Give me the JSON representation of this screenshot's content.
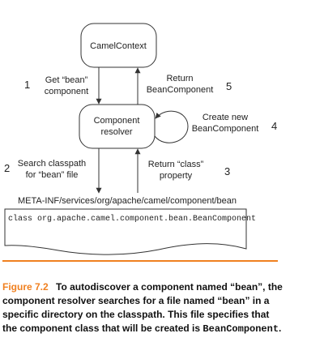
{
  "diagram": {
    "nodes": {
      "camel_context": "CamelContext",
      "component_resolver_line1": "Component",
      "component_resolver_line2": "resolver"
    },
    "steps": [
      {
        "number": "1",
        "line1": "Get “bean”",
        "line2": "component"
      },
      {
        "number": "2",
        "line1": "Search classpath",
        "line2": "for “bean” file"
      },
      {
        "number": "3",
        "line1": "Return “class”",
        "line2": "property"
      },
      {
        "number": "4",
        "line1": "Create new",
        "line2": "BeanComponent"
      },
      {
        "number": "5",
        "line1": "Return",
        "line2": "BeanComponent"
      }
    ],
    "file_path": "META-INF/services/org/apache/camel/component/bean",
    "file_content": "class org.apache.camel.component.bean.BeanComponent"
  },
  "caption": {
    "figure_label": "Figure 7.2",
    "text": "To autodiscover a component named “bean”, the component resolver searches for a file named “bean” in a specific directory on the classpath. This file specifies that the component class that will be created is",
    "code_term": "BeanComponent",
    "end": "."
  },
  "colors": {
    "accent": "#f08020",
    "stroke": "#333333"
  }
}
